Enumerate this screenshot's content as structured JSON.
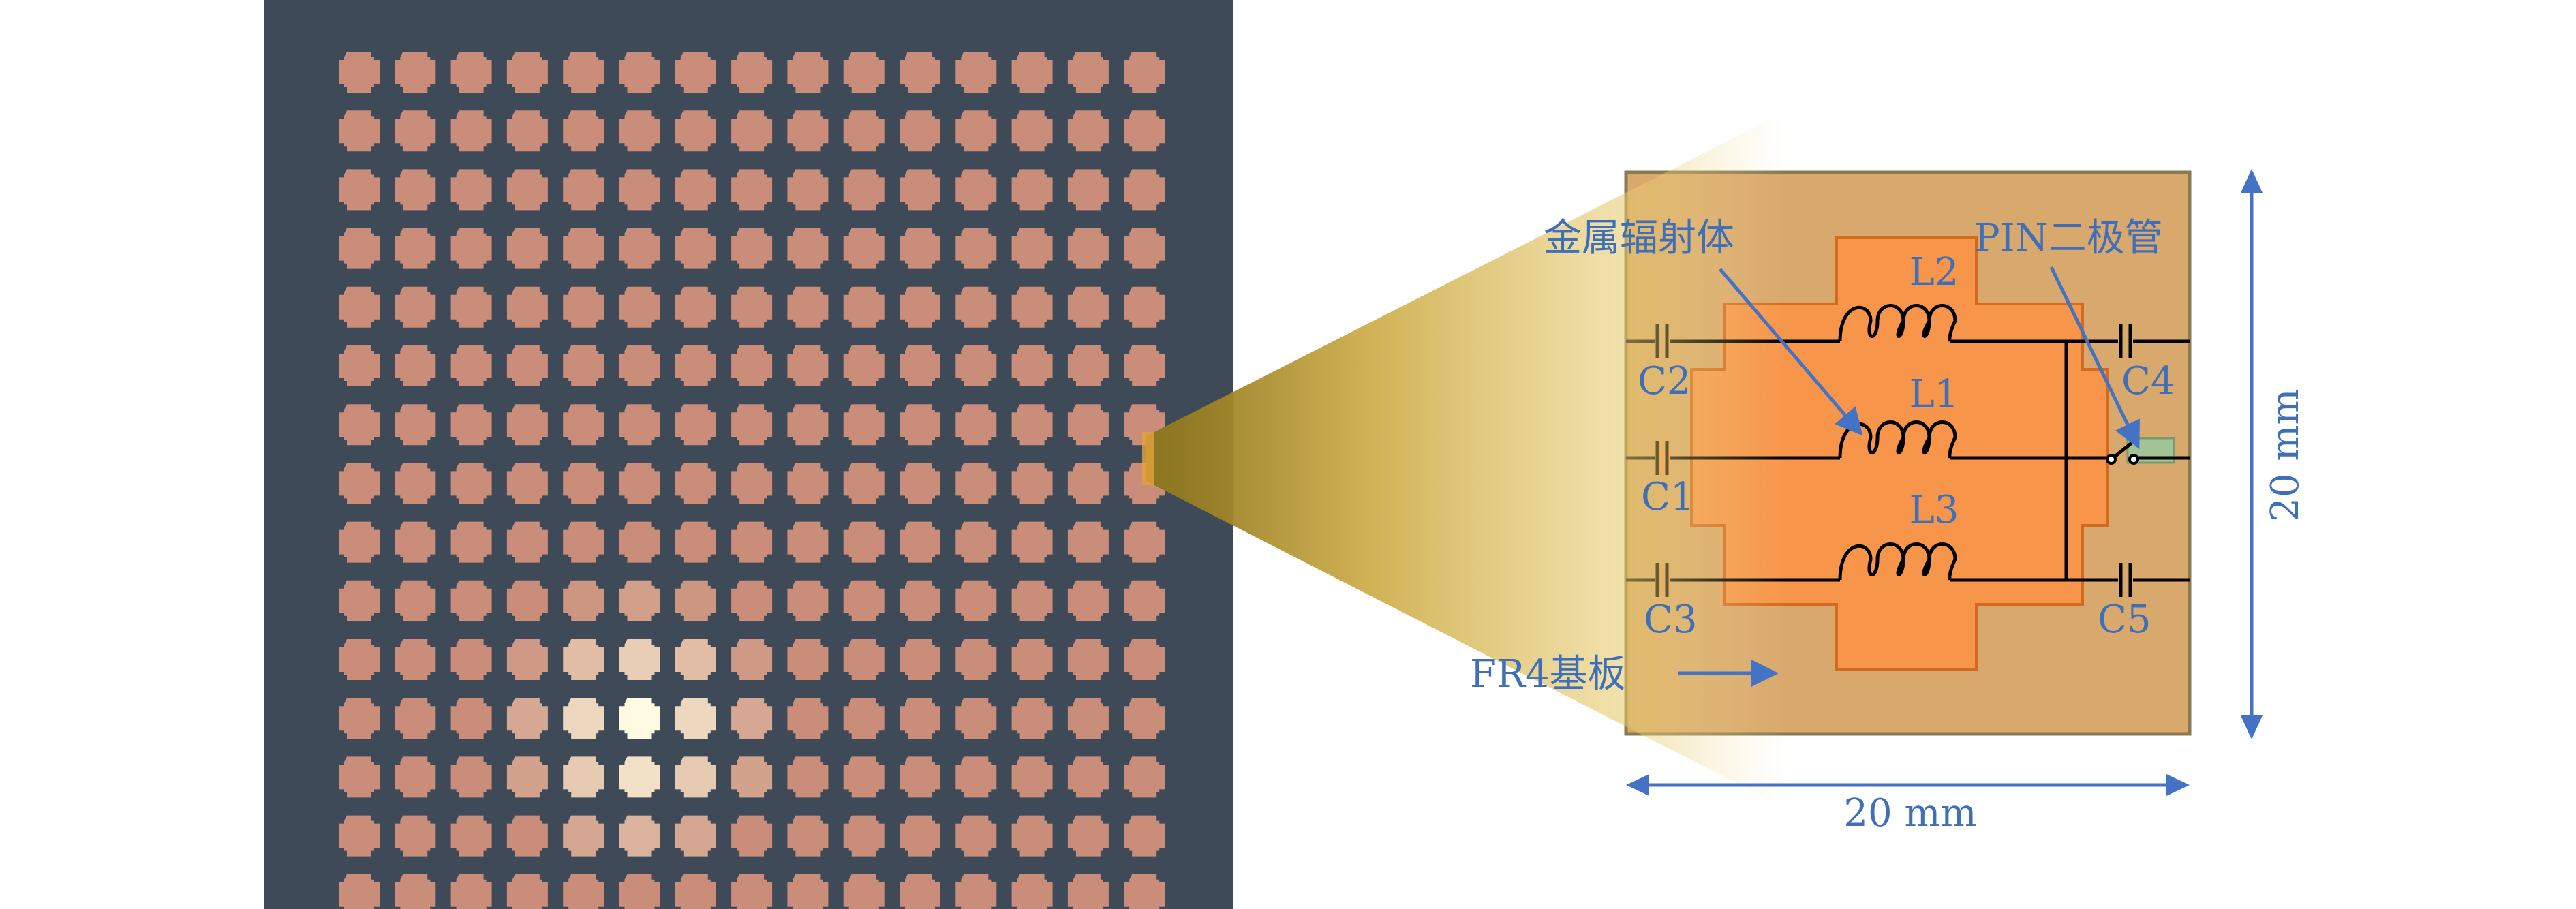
{
  "figure": {
    "photo": {
      "rows": 15,
      "cols": 15,
      "pad_color": "#c98d79",
      "substrate_color": "#3e4a57",
      "highlight_color": "#fffbe0"
    },
    "unit_cell": {
      "board_label": "FR4基板",
      "radiator_label": "金属辐射体",
      "diode_label": "PIN二极管",
      "inductors": [
        "L2",
        "L1",
        "L3"
      ],
      "capacitors": {
        "left": [
          "C2",
          "C1",
          "C3"
        ],
        "right": [
          "C4",
          "C5"
        ]
      },
      "width_label": "20 mm",
      "height_label": "20 mm",
      "board_color": "#d9a86c",
      "radiator_color": "#f7964a",
      "annotation_color": "#4472c4"
    }
  }
}
